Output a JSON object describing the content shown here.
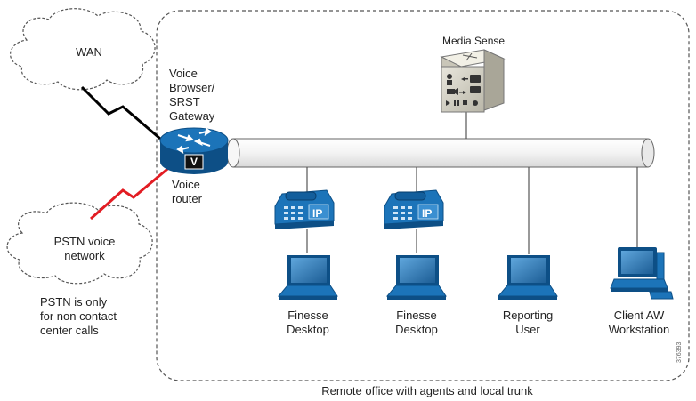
{
  "diagram": {
    "clouds": {
      "wan": "WAN",
      "pstn": "PSTN voice\nnetwork"
    },
    "router": {
      "role_label": "Voice\nBrowser/\nSRST\nGateway",
      "badge": "V",
      "name": "Voice\nrouter"
    },
    "pstn_note": "PSTN is only\nfor non contact\ncenter calls",
    "media_sense": "Media Sense",
    "phones": [
      {
        "badge": "IP"
      },
      {
        "badge": "IP"
      }
    ],
    "endpoints": [
      {
        "label": "Finesse\nDesktop"
      },
      {
        "label": "Finesse\nDesktop"
      },
      {
        "label": "Reporting\nUser"
      },
      {
        "label": "Client AW\nWorkstation"
      }
    ],
    "site_caption": "Remote office with agents and local trunk",
    "figure_id": "376393"
  },
  "colors": {
    "device_blue": "#1c74b9",
    "device_dark": "#0d4f86",
    "wan_link": "#000000",
    "pstn_link": "#e21c23",
    "outline": "#555555"
  }
}
